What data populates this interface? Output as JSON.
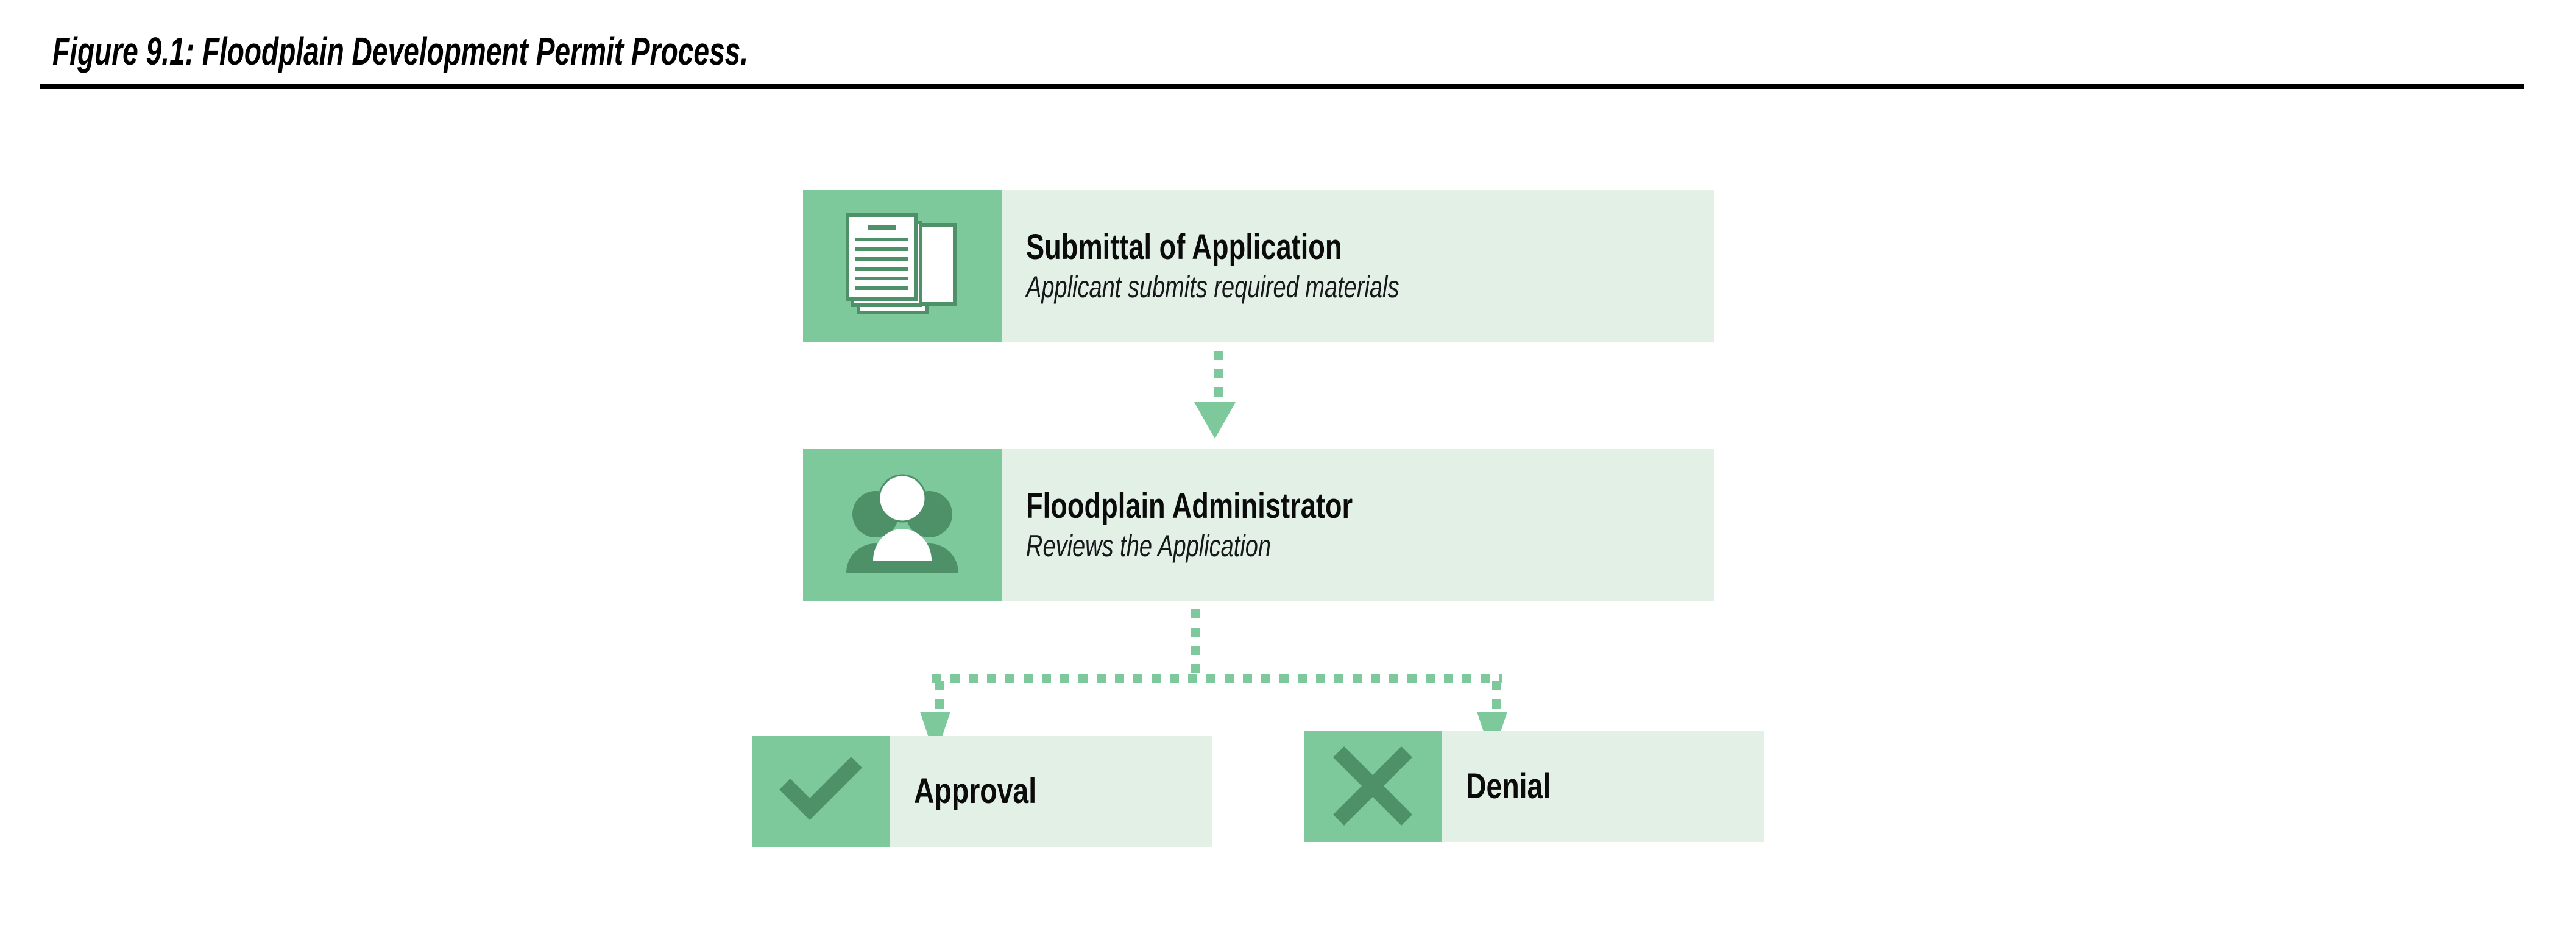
{
  "figure": {
    "caption": "Figure 9.1: Floodplain Development Permit Process."
  },
  "diagram": {
    "type": "flowchart",
    "colors": {
      "icon_panel": "#7dc99b",
      "body_panel": "#e2f0e6",
      "icon_dark": "#4e9169",
      "icon_light": "#ffffff",
      "connector": "#7dc99b",
      "text": "#0b0b0b",
      "rule": "#000000"
    },
    "nodes": [
      {
        "id": "submittal",
        "icon": "documents-icon",
        "title": "Submittal of Application",
        "subtitle": "Applicant submits required materials"
      },
      {
        "id": "administrator",
        "icon": "people-group-icon",
        "title": "Floodplain Administrator",
        "subtitle": "Reviews the Application"
      },
      {
        "id": "approval",
        "icon": "check-icon",
        "title": "Approval",
        "subtitle": ""
      },
      {
        "id": "denial",
        "icon": "cross-icon",
        "title": "Denial",
        "subtitle": ""
      }
    ],
    "connectors": [
      {
        "id": "submittal-to-administrator",
        "from": "submittal",
        "to": "administrator",
        "style": "dotted",
        "arrow": "down"
      },
      {
        "id": "administrator-to-approval",
        "from": "administrator",
        "to": "approval",
        "style": "dotted",
        "arrow": "down"
      },
      {
        "id": "administrator-to-denial",
        "from": "administrator",
        "to": "denial",
        "style": "dotted",
        "arrow": "down"
      }
    ]
  }
}
